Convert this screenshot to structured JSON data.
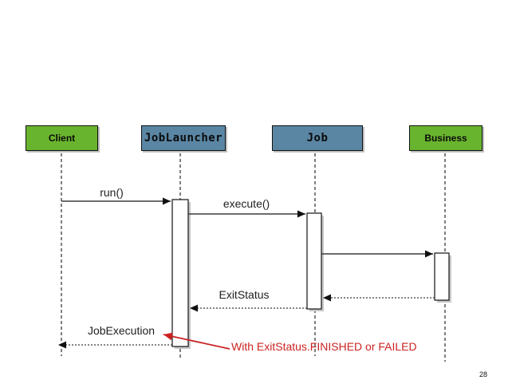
{
  "diagram": {
    "type": "uml-sequence-diagram",
    "page_number": "28",
    "actors": [
      {
        "id": "client",
        "label": "Client",
        "color": "#69b42e"
      },
      {
        "id": "joblauncher",
        "label": "JobLauncher",
        "color": "#5a86a4"
      },
      {
        "id": "job",
        "label": "Job",
        "color": "#5a86a4"
      },
      {
        "id": "business",
        "label": "Business",
        "color": "#69b42e"
      }
    ],
    "messages": [
      {
        "label": "run()",
        "from": "Client",
        "to": "JobLauncher",
        "style": "solid"
      },
      {
        "label": "execute()",
        "from": "JobLauncher",
        "to": "Job",
        "style": "solid"
      },
      {
        "label": "",
        "from": "Job",
        "to": "Business",
        "style": "solid"
      },
      {
        "label": "",
        "from": "Business",
        "to": "Job",
        "style": "dotted-return"
      },
      {
        "label": "ExitStatus",
        "from": "Job",
        "to": "JobLauncher",
        "style": "dotted-return"
      },
      {
        "label": "JobExecution",
        "from": "JobLauncher",
        "to": "Client",
        "style": "dotted-return"
      }
    ],
    "annotation": {
      "text": "With ExitStatus.FINISHED or FAILED",
      "color": "#cc2222"
    }
  }
}
